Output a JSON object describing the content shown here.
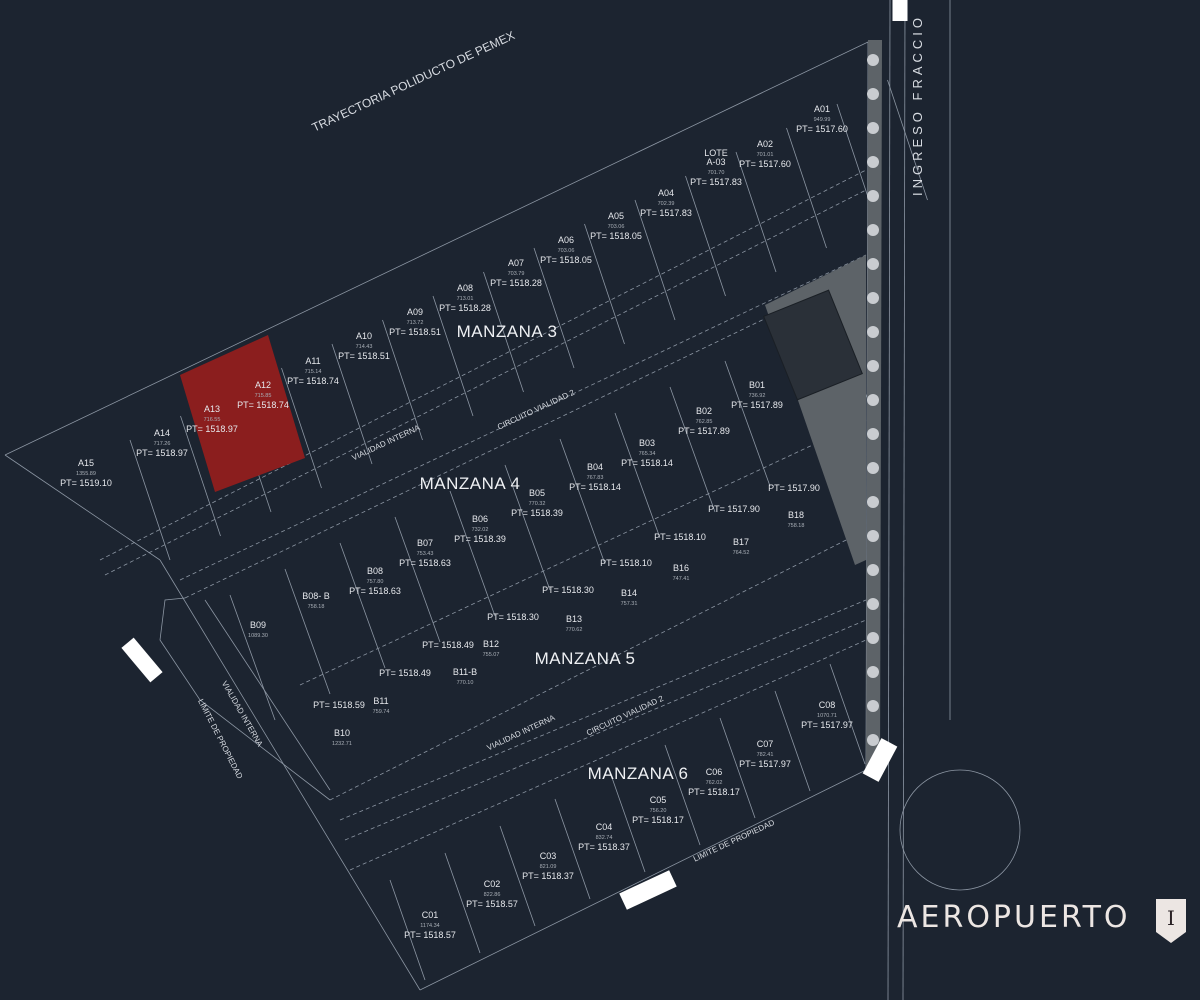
{
  "colors": {
    "background": "#1c2430",
    "lines": "#8c96a3",
    "selected_lot": "#8b1e1e",
    "green_area": "#5d6368",
    "brand": "#ece6e3"
  },
  "labels": {
    "pemex": "TRAYECTORIA POLIDUCTO DE PEMEX",
    "entrance": "INGRESO FRACCIO",
    "vialidad_interna": "VIALIDAD INTERNA",
    "circuito": "CIRCUITO VIALIDAD 2",
    "limite": "LIMITE DE PROPIEDAD",
    "lote": "LOTE"
  },
  "blocks": [
    "MANZANA 3",
    "MANZANA 4",
    "MANZANA 5",
    "MANZANA 6"
  ],
  "selected_lots": [
    "A12",
    "A13"
  ],
  "lots": [
    {
      "id": "A01",
      "area": "949.99",
      "pt": "PT= 1517.60"
    },
    {
      "id": "A02",
      "area": "701.01",
      "pt": "PT= 1517.60"
    },
    {
      "id": "A-03",
      "area": "701.70",
      "pt": "PT= 1517.83"
    },
    {
      "id": "A04",
      "area": "702.39",
      "pt": "PT= 1517.83"
    },
    {
      "id": "A05",
      "area": "703.06",
      "pt": "PT= 1518.05"
    },
    {
      "id": "A06",
      "area": "703.06",
      "pt": "PT= 1518.05"
    },
    {
      "id": "A07",
      "area": "703.79",
      "pt": "PT= 1518.28"
    },
    {
      "id": "A08",
      "area": "713.01",
      "pt": "PT= 1518.28"
    },
    {
      "id": "A09",
      "area": "713.72",
      "pt": "PT= 1518.51"
    },
    {
      "id": "A10",
      "area": "714.43",
      "pt": "PT= 1518.51"
    },
    {
      "id": "A11",
      "area": "715.14",
      "pt": "PT= 1518.74"
    },
    {
      "id": "A12",
      "area": "715.85",
      "pt": "PT= 1518.74"
    },
    {
      "id": "A13",
      "area": "716.55",
      "pt": "PT= 1518.97"
    },
    {
      "id": "A14",
      "area": "717.26",
      "pt": "PT= 1518.97"
    },
    {
      "id": "A15",
      "area": "1355.89",
      "pt": "PT= 1519.10"
    },
    {
      "id": "B01",
      "area": "736.92",
      "pt": "PT= 1517.89"
    },
    {
      "id": "B02",
      "area": "762.85",
      "pt": "PT= 1517.89"
    },
    {
      "id": "B03",
      "area": "765.34",
      "pt": "PT= 1518.14"
    },
    {
      "id": "B04",
      "area": "767.83",
      "pt": "PT= 1518.14"
    },
    {
      "id": "B05",
      "area": "770.32",
      "pt": "PT= 1518.39"
    },
    {
      "id": "B06",
      "area": "732.02",
      "pt": "PT= 1518.39"
    },
    {
      "id": "B07",
      "area": "753.43",
      "pt": "PT= 1518.63"
    },
    {
      "id": "B08",
      "area": "757.80",
      "pt": "PT= 1518.63"
    },
    {
      "id": "B08- B",
      "area": "758.18",
      "pt": ""
    },
    {
      "id": "B09",
      "area": "1089.30",
      "pt": ""
    },
    {
      "id": "B10",
      "area": "1232.71",
      "pt": "PT= 1518.59"
    },
    {
      "id": "B11",
      "area": "759.74",
      "pt": "PT= 1518.49"
    },
    {
      "id": "B11-B",
      "area": "770.10",
      "pt": "PT= 1518.49"
    },
    {
      "id": "B12",
      "area": "755.07",
      "pt": "PT= 1518.30"
    },
    {
      "id": "B13",
      "area": "770.62",
      "pt": "PT= 1518.30"
    },
    {
      "id": "B14",
      "area": "757.31",
      "pt": "PT= 1518.10"
    },
    {
      "id": "B16",
      "area": "747.41",
      "pt": "PT= 1518.10"
    },
    {
      "id": "B17",
      "area": "764.52",
      "pt": "PT= 1517.90"
    },
    {
      "id": "B18",
      "area": "758.18",
      "pt": "PT= 1517.90"
    },
    {
      "id": "C01",
      "area": "1174.34",
      "pt": "PT= 1518.57"
    },
    {
      "id": "C02",
      "area": "822.86",
      "pt": "PT= 1518.57"
    },
    {
      "id": "C03",
      "area": "821.09",
      "pt": "PT= 1518.37"
    },
    {
      "id": "C04",
      "area": "832.74",
      "pt": "PT= 1518.37"
    },
    {
      "id": "C05",
      "area": "756.20",
      "pt": "PT= 1518.17"
    },
    {
      "id": "C06",
      "area": "762.02",
      "pt": "PT= 1518.17"
    },
    {
      "id": "C07",
      "area": "782.41",
      "pt": "PT= 1517.97"
    },
    {
      "id": "C08",
      "area": "1070.71",
      "pt": "PT= 1517.97"
    }
  ],
  "brand": {
    "name": "AEROPUERTO",
    "mark": "I"
  }
}
